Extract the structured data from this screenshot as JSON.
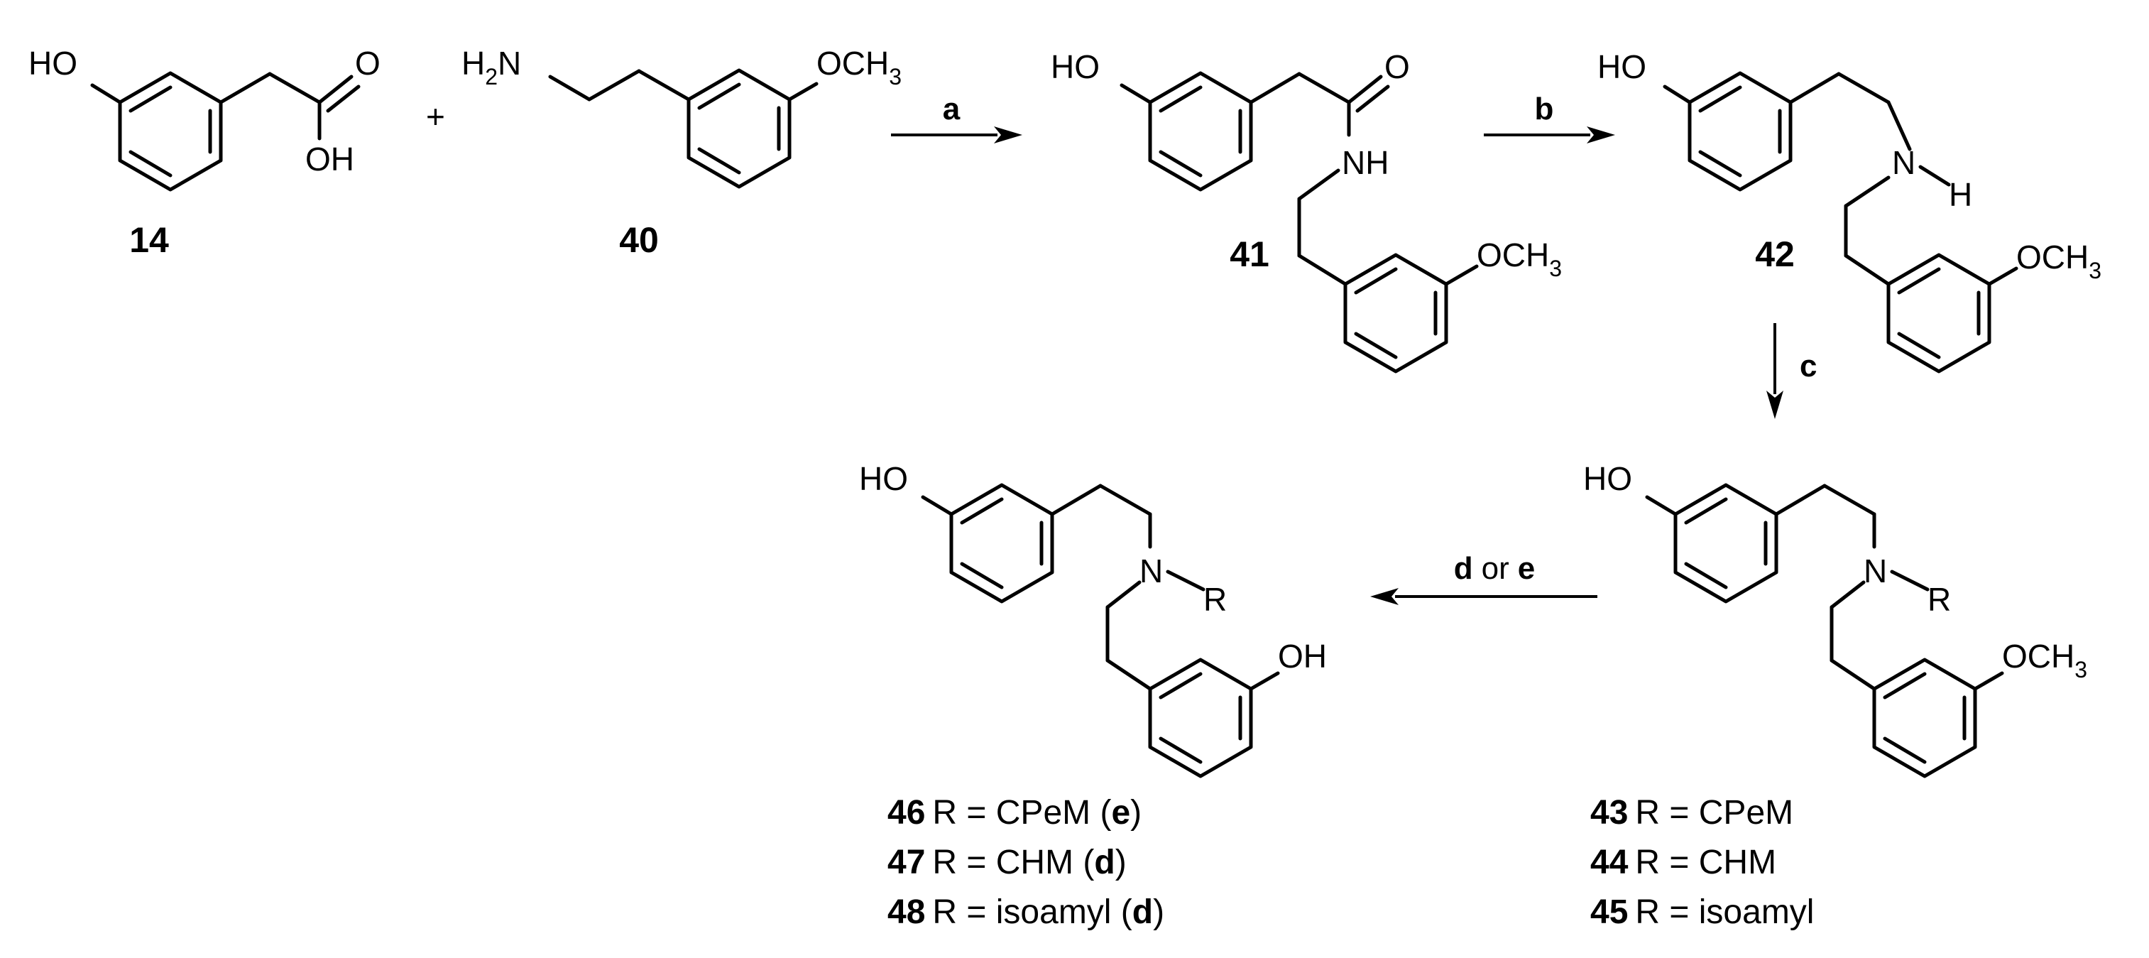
{
  "compounds": {
    "c14": {
      "number": "14",
      "substituent_left": "HO",
      "carbonyl_o": "O",
      "acid_oh": "OH"
    },
    "plus": "+",
    "c40": {
      "number": "40",
      "amine_h": "H",
      "amine_sub": "2",
      "amine_n": "N",
      "methoxy": "OCH",
      "methoxy_sub": "3"
    },
    "c41": {
      "number": "41",
      "substituent_left": "HO",
      "carbonyl_o": "O",
      "amide_nh": "NH",
      "methoxy": "OCH",
      "methoxy_sub": "3"
    },
    "c42": {
      "number": "42",
      "substituent_left": "HO",
      "amine_n": "N",
      "amine_h": "H",
      "methoxy": "OCH",
      "methoxy_sub": "3"
    },
    "c43_45": {
      "substituent_left": "HO",
      "amine_n": "N",
      "r_group": "R",
      "methoxy": "OCH",
      "methoxy_sub": "3"
    },
    "c46_48": {
      "substituent_left": "HO",
      "amine_n": "N",
      "r_group": "R",
      "phenol_oh": "OH"
    }
  },
  "reagents": {
    "a": "a",
    "b": "b",
    "c": "c",
    "d": "d",
    "or": "or",
    "e": "e"
  },
  "legend_right": [
    {
      "num": "43",
      "text": "R = CPeM"
    },
    {
      "num": "44",
      "text": "R = CHM"
    },
    {
      "num": "45",
      "text": "R = isoamyl"
    }
  ],
  "legend_left": [
    {
      "num": "46",
      "text": "R = CPeM (",
      "cond": "e",
      "close": ")"
    },
    {
      "num": "47",
      "text": "R = CHM (",
      "cond": "d",
      "close": ")"
    },
    {
      "num": "48",
      "text": "R = isoamyl (",
      "cond": "d",
      "close": ")"
    }
  ]
}
